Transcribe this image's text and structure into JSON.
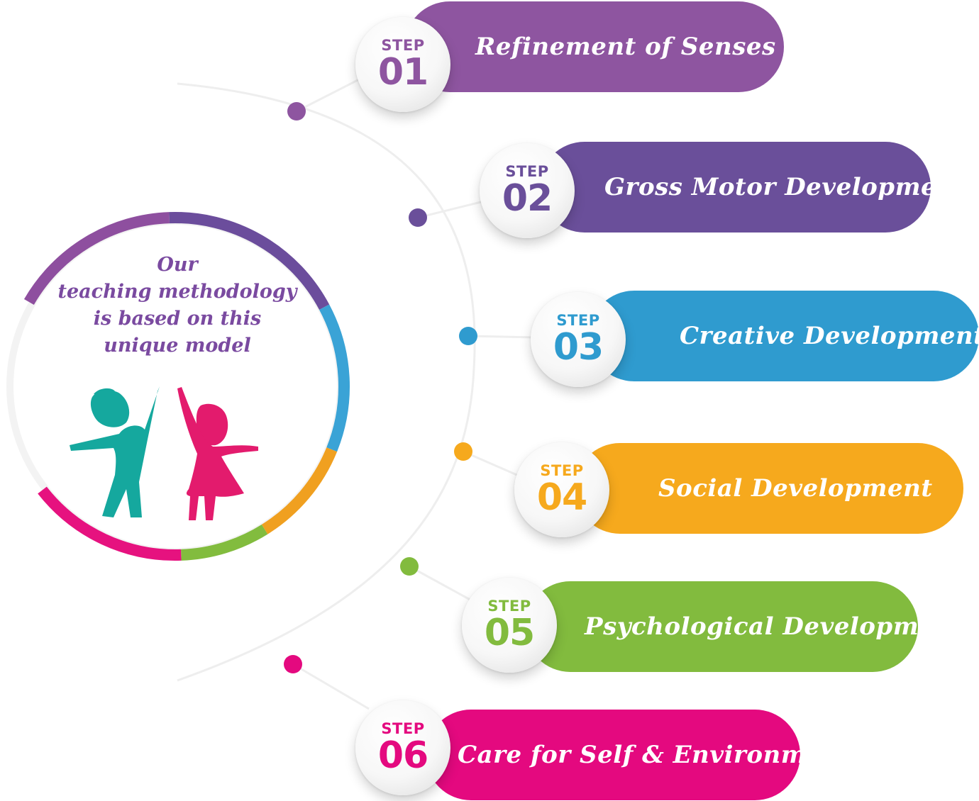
{
  "hub": {
    "lines": [
      "Our",
      "teaching methodology",
      "is based on this",
      "unique model"
    ],
    "text_color": "#7a4aa0",
    "arc_colors": [
      "#8e4f9f",
      "#6b4d9c",
      "#3aa3d6",
      "#f0a020",
      "#82bc3e",
      "#e6127f"
    ],
    "figure_colors": {
      "boy": "#15a89e",
      "girl": "#e31b6d"
    }
  },
  "steps": [
    {
      "word": "STEP",
      "number": "01",
      "label": "Refinement of Senses",
      "color": "#8e55a0"
    },
    {
      "word": "STEP",
      "number": "02",
      "label": "Gross Motor Development",
      "color": "#6a4f9a"
    },
    {
      "word": "STEP",
      "number": "03",
      "label": "Creative Development",
      "color": "#2f9bcf"
    },
    {
      "word": "STEP",
      "number": "04",
      "label": "Social Development",
      "color": "#f6a91d"
    },
    {
      "word": "STEP",
      "number": "05",
      "label": "Psychological Development",
      "color": "#82bb3e"
    },
    {
      "word": "STEP",
      "number": "06",
      "label": "Care for Self & Environment",
      "color": "#e4097f"
    }
  ]
}
